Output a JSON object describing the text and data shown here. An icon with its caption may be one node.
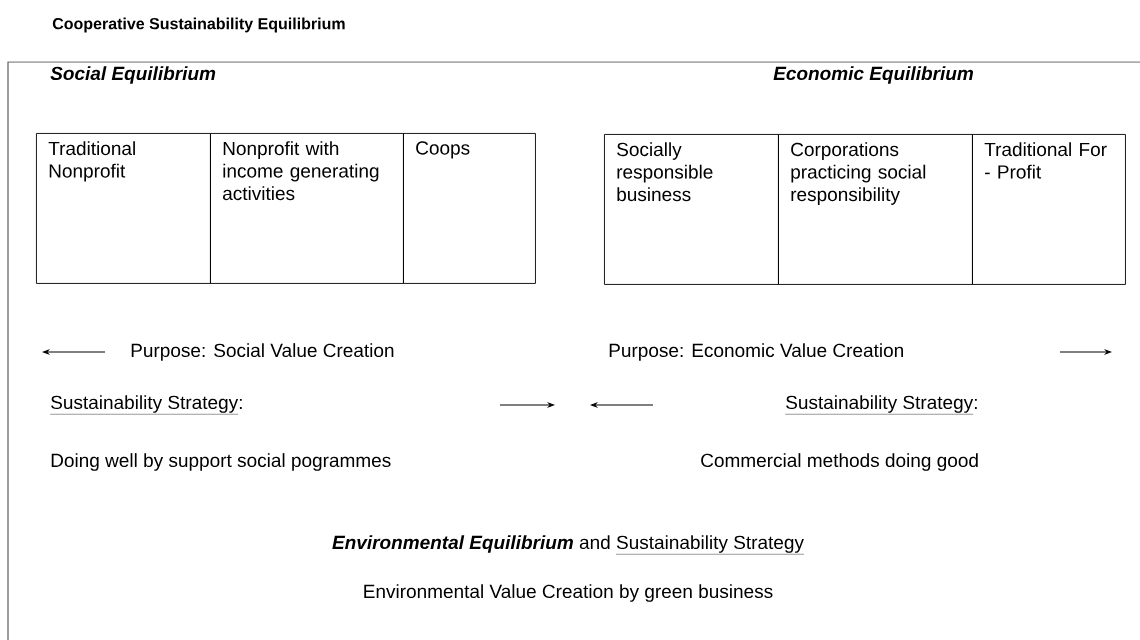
{
  "diagram": {
    "title": "Cooperative Sustainability Equilibrium",
    "nodes": [
      {
        "text": [
          "Traditional Nonprofit"
        ]
      },
      {
        "text": [
          "Nonprofit with income generating activities"
        ]
      },
      {
        "text": [
          "Coops"
        ]
      },
      {
        "text": [
          "Socially responsible business"
        ]
      },
      {
        "text": [
          "Corporations practicing social responsibility"
        ]
      },
      {
        "text": [
          "Traditional For - Profit"
        ]
      }
    ],
    "edges": [],
    "labels": [
      "Social Equilibrium",
      "Economic Equilibrium",
      "Purpose: Social Value Creation",
      "Purpose: Economic Value Creation",
      "Sustainability Strategy",
      ":",
      "Sustainability Strategy",
      ":",
      "Doing well by support social pogrammes",
      "Commercial methods doing good",
      "Environmental Equilibrium",
      "and",
      "Sustainability Strategy",
      "Environmental Value Creation by green business"
    ]
  }
}
